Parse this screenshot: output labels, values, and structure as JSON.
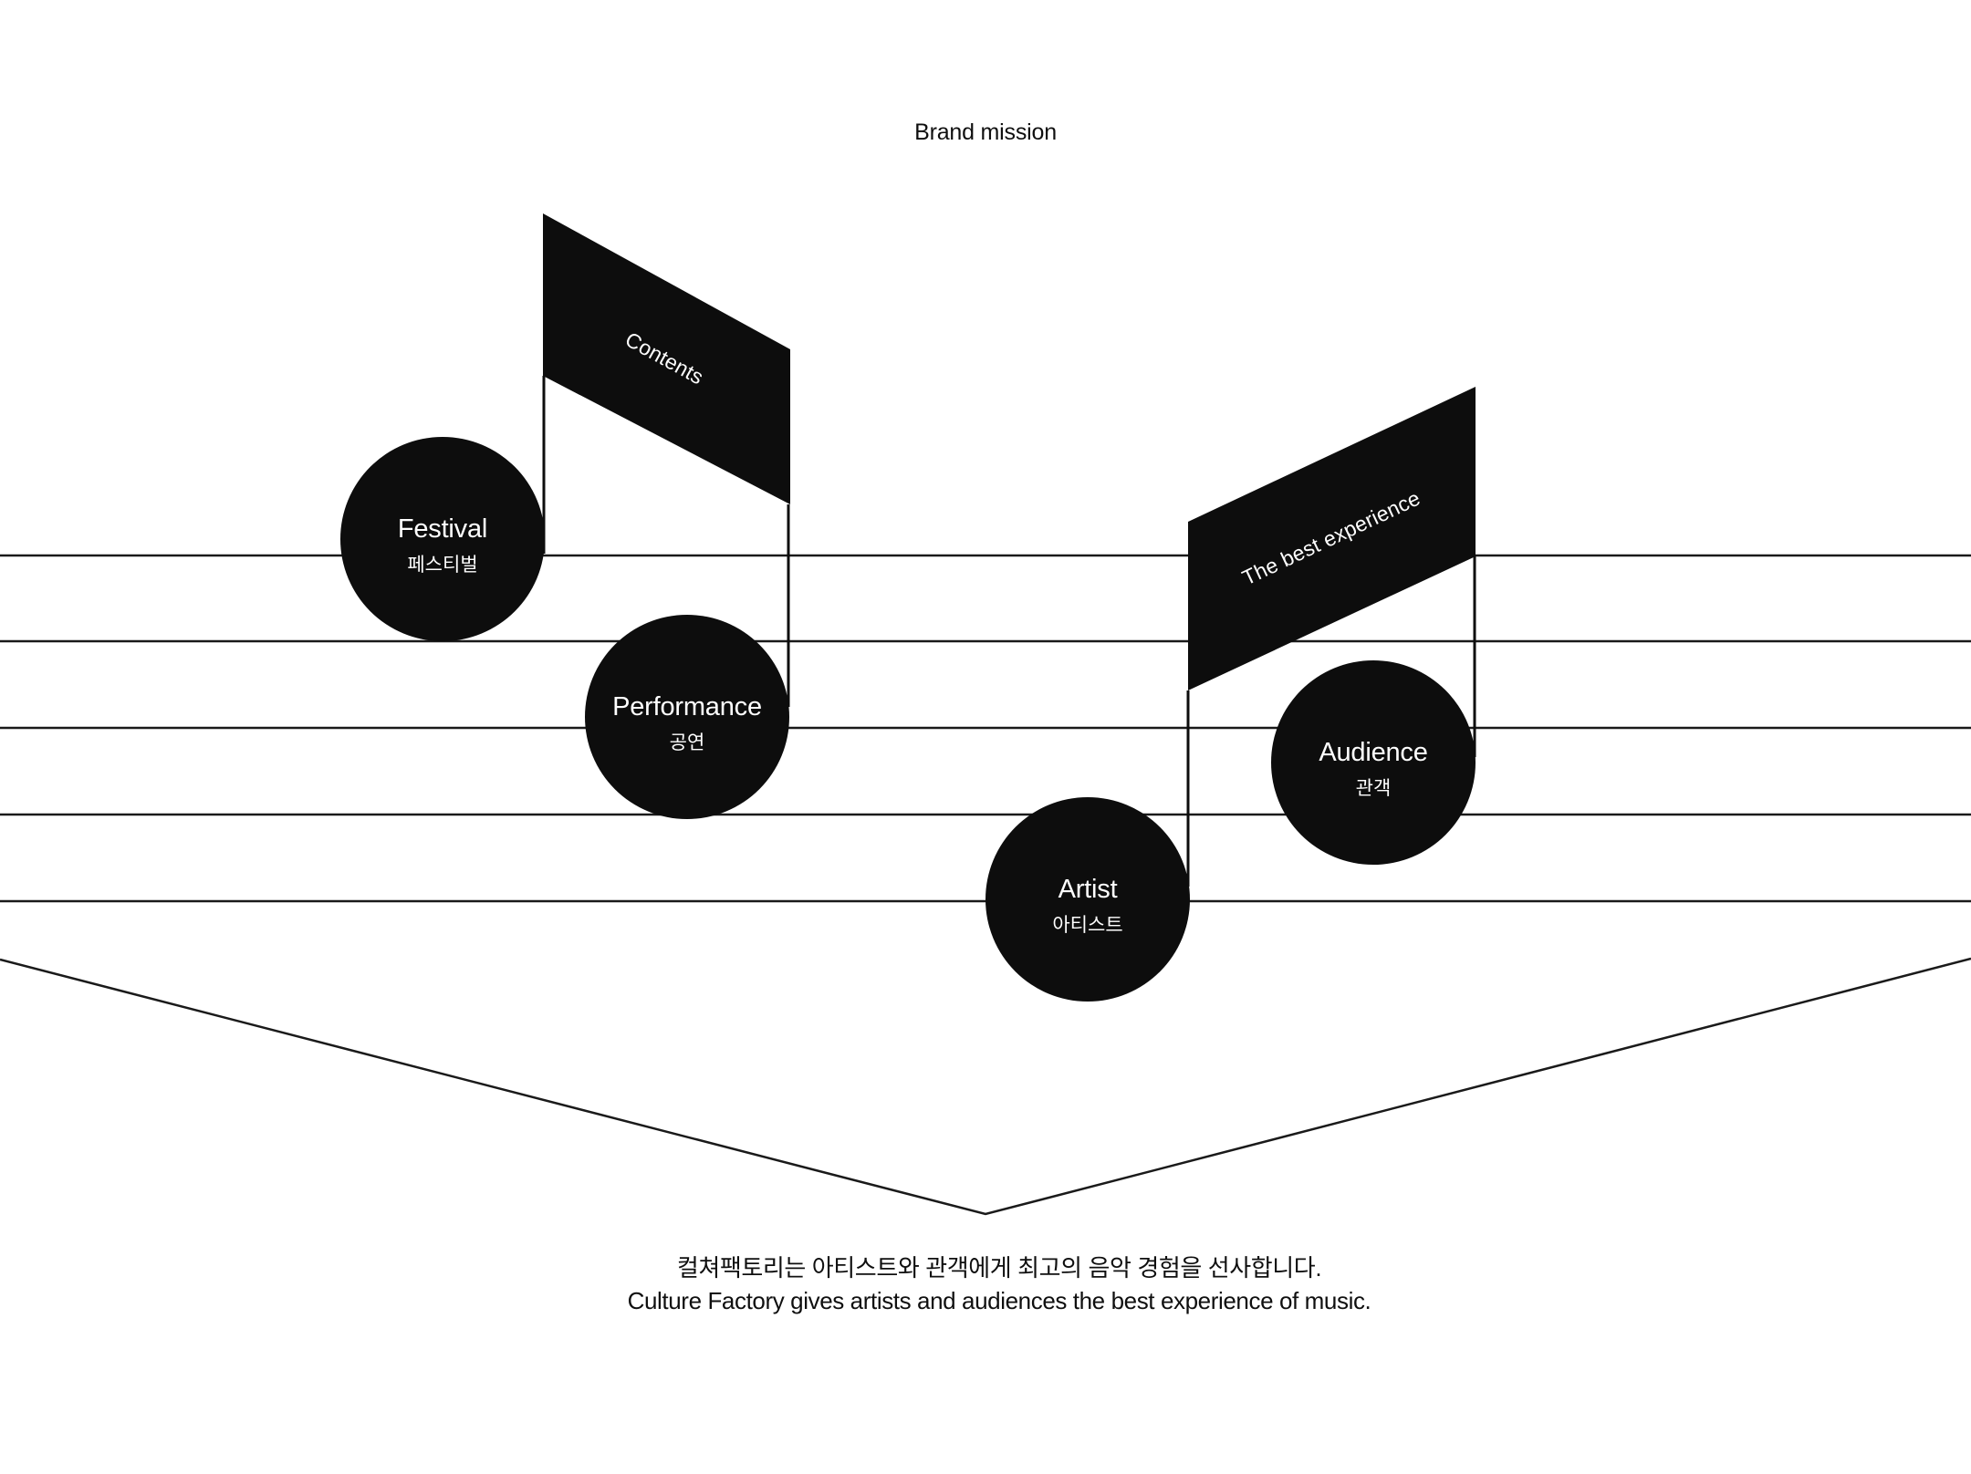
{
  "title": "Brand mission",
  "notes": [
    {
      "id": "festival",
      "label": "Festival",
      "sublabel": "페스티벌"
    },
    {
      "id": "performance",
      "label": "Performance",
      "sublabel": "공연"
    },
    {
      "id": "artist",
      "label": "Artist",
      "sublabel": "아티스트"
    },
    {
      "id": "audience",
      "label": "Audience",
      "sublabel": "관객"
    }
  ],
  "beams": [
    {
      "id": "contents",
      "label": "Contents"
    },
    {
      "id": "best-experience",
      "label": "The best experience"
    }
  ],
  "mission": {
    "korean": "컬쳐팩토리는 아티스트와 관객에게 최고의 음악 경험을 선사합니다.",
    "english": "Culture Factory gives artists and audiences the best experience of music."
  },
  "colors": {
    "ink": "#0d0d0d",
    "line": "#1a1a1a",
    "background": "#ffffff",
    "text_on_ink": "#ffffff"
  }
}
